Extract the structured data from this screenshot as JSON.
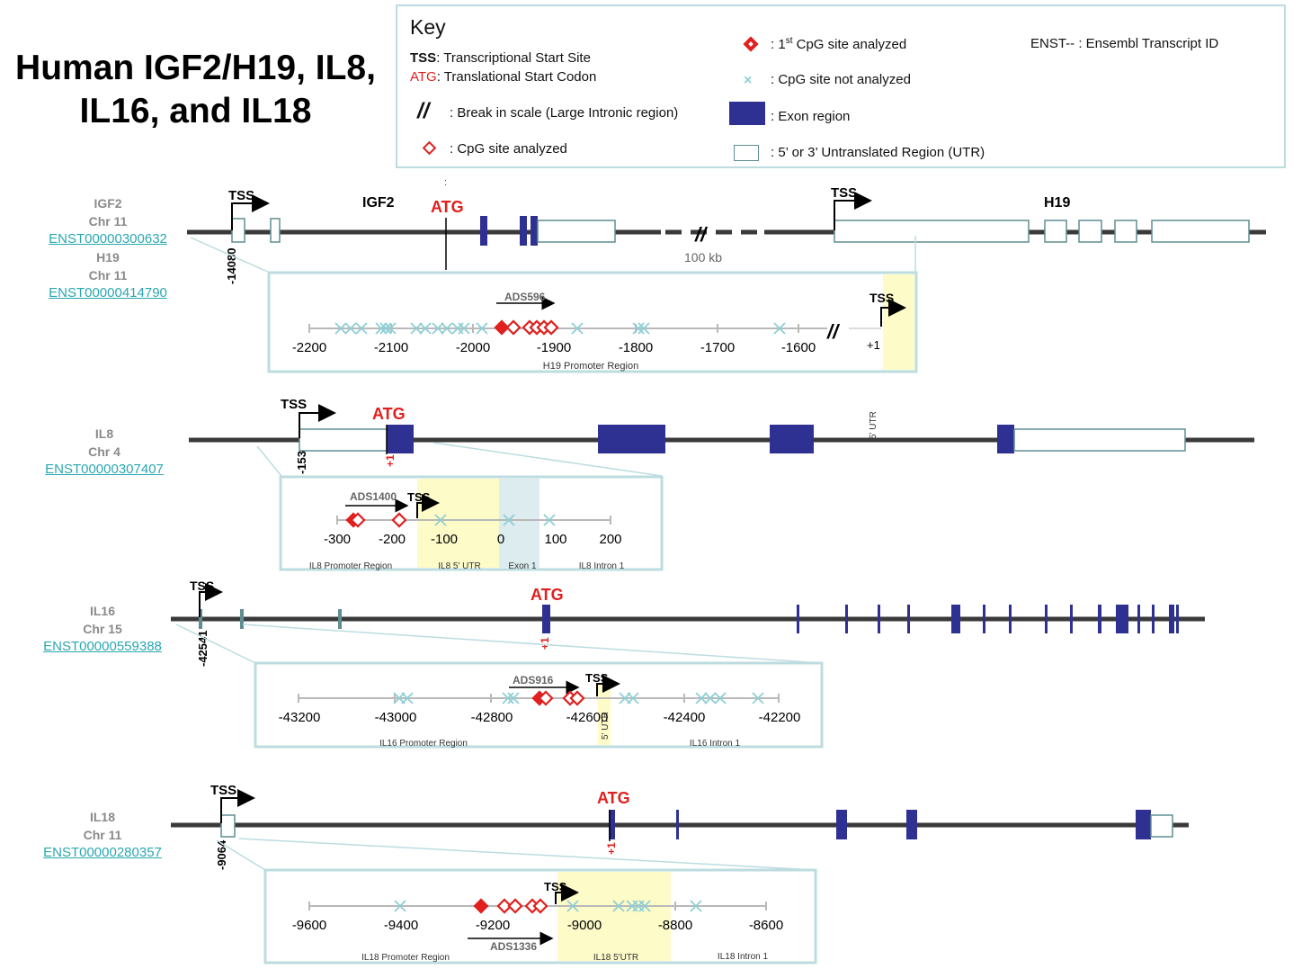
{
  "title": {
    "line1": "Human IGF2/H19, IL8,",
    "line2": "IL16, and IL18"
  },
  "key": {
    "heading": "Key",
    "tss_abbr": "TSS",
    "tss_def": ": Transcriptional Start Site",
    "atg_abbr": "ATG",
    "atg_def": ": Translational Start Codon",
    "break_def": ": Break in scale (Large Intronic region)",
    "cpg_analyzed": ": CpG site analyzed",
    "first_cpg_pre": ": 1",
    "first_cpg_sup": "st",
    "first_cpg_post": " CpG site analyzed",
    "cpg_not": ": CpG site not analyzed",
    "exon": ": Exon region",
    "utr": ": 5’ or 3’ Untranslated  Region (UTR)",
    "enst": "ENST-- : Ensembl Transcript ID"
  },
  "genes": {
    "igf2_h19": {
      "label": [
        "IGF2",
        "Chr 11"
      ],
      "link1": "ENST00000300632",
      "label2": [
        "H19",
        "Chr 11"
      ],
      "link2": "ENST00000414790",
      "tss": "TSS",
      "pos": "-14080",
      "gene1": "IGF2",
      "atg": "ATG",
      "plus1": "+1",
      "tss2": "TSS",
      "gene2": "H19",
      "scale": "100 kb",
      "colon": ":",
      "inset": {
        "assay": "ADS596",
        "tss": "TSS",
        "plus": "+1",
        "region": "H19 Promoter Region",
        "ticks": [
          "-2200",
          "-2100",
          "-2000",
          "-1900",
          "-1800",
          "-1700",
          "-1600"
        ]
      }
    },
    "il8": {
      "label": [
        "IL8",
        "Chr 4"
      ],
      "link": "ENST00000307407",
      "tss": "TSS",
      "pos": "-153",
      "atg": "ATG",
      "plus1": "+1",
      "utr_note": "5' UTR",
      "inset": {
        "assay": "ADS1400",
        "tss": "TSS",
        "ticks": [
          "-300",
          "-200",
          "-100",
          "0",
          "100",
          "200"
        ],
        "regions": [
          "IL8 Promoter Region",
          "IL8 5' UTR",
          "Exon 1",
          "IL8 Intron 1"
        ]
      }
    },
    "il16": {
      "label": [
        "IL16",
        "Chr 15"
      ],
      "link": "ENST00000559388",
      "tss": "TSS",
      "pos": "-42541",
      "atg": "ATG",
      "plus1": "+1",
      "inset": {
        "assay": "ADS916",
        "tss": "TSS",
        "utr": "5' UTR",
        "ticks": [
          "-43200",
          "-43000",
          "-42800",
          "-42600",
          "-42400",
          "-42200"
        ],
        "regions": [
          "IL16 Promoter Region",
          "IL16 Intron 1"
        ]
      }
    },
    "il18": {
      "label": [
        "IL18",
        "Chr 11"
      ],
      "link": "ENST00000280357",
      "tss": "TSS",
      "pos": "-9064",
      "atg": "ATG",
      "plus1": "+1",
      "inset": {
        "assay": "ADS1336",
        "tss": "TSS",
        "ticks": [
          "-9600",
          "-9400",
          "-9200",
          "-9000",
          "-8800",
          "-8600"
        ],
        "regions": [
          "IL18 Promoter Region",
          "IL18 5'UTR",
          "IL18 Intron 1"
        ]
      }
    }
  },
  "colors": {
    "exon": "#2e3192",
    "utr_stroke": "#5f8e92",
    "cpg": "#e0201e",
    "notcpg": "#8ecfd4",
    "inset_border": "#bcdcdf",
    "link": "#2aa7b0",
    "utr_shade": "#fdfbc8",
    "exon_shade": "#dcecef"
  }
}
